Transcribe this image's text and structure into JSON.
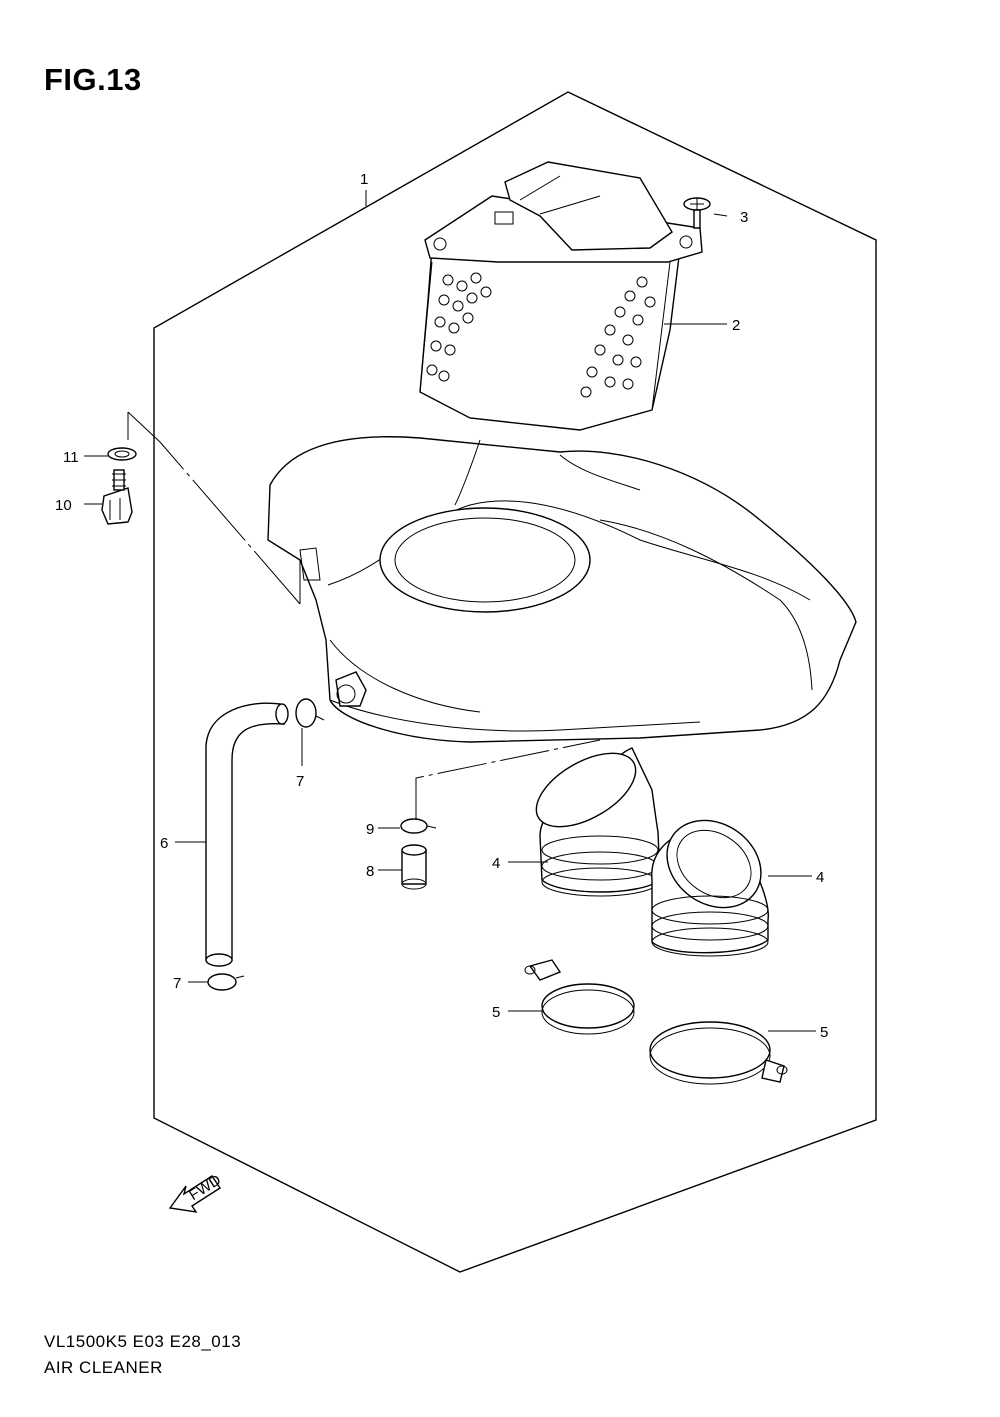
{
  "figure": {
    "title": "FIG.13",
    "model_code": "VL1500K5 E03 E28_013",
    "name": "AIR CLEANER",
    "fwd_label": "FWD"
  },
  "callouts": [
    {
      "id": "c1",
      "label": "1"
    },
    {
      "id": "c2",
      "label": "2"
    },
    {
      "id": "c3",
      "label": "3"
    },
    {
      "id": "c4a",
      "label": "4"
    },
    {
      "id": "c4b",
      "label": "4"
    },
    {
      "id": "c5a",
      "label": "5"
    },
    {
      "id": "c5b",
      "label": "5"
    },
    {
      "id": "c6",
      "label": "6"
    },
    {
      "id": "c7a",
      "label": "7"
    },
    {
      "id": "c7b",
      "label": "7"
    },
    {
      "id": "c8",
      "label": "8"
    },
    {
      "id": "c9",
      "label": "9"
    },
    {
      "id": "c10",
      "label": "10"
    },
    {
      "id": "c11",
      "label": "11"
    }
  ]
}
